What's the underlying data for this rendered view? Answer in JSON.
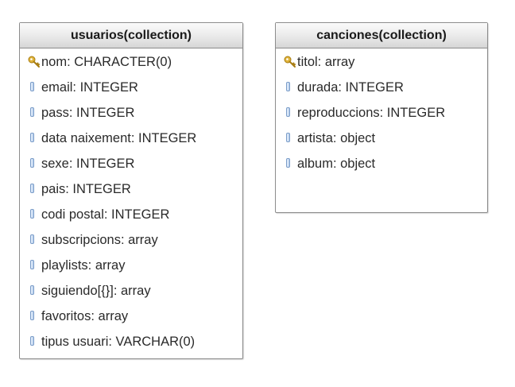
{
  "entities": [
    {
      "title": "usuarios(collection)",
      "attributes": [
        {
          "text": "nom: CHARACTER(0)",
          "icon": "key-icon"
        },
        {
          "text": "email: INTEGER",
          "icon": "field-icon"
        },
        {
          "text": "pass: INTEGER",
          "icon": "field-icon"
        },
        {
          "text": "data naixement: INTEGER",
          "icon": "field-icon"
        },
        {
          "text": "sexe: INTEGER",
          "icon": "field-icon"
        },
        {
          "text": "pais: INTEGER",
          "icon": "field-icon"
        },
        {
          "text": "codi postal: INTEGER",
          "icon": "field-icon"
        },
        {
          "text": "subscripcions: array",
          "icon": "field-icon"
        },
        {
          "text": "playlists: array",
          "icon": "field-icon"
        },
        {
          "text": "siguiendo[{}]: array",
          "icon": "field-icon"
        },
        {
          "text": "favoritos: array",
          "icon": "field-icon"
        },
        {
          "text": "tipus usuari: VARCHAR(0)",
          "icon": "field-icon"
        }
      ]
    },
    {
      "title": "canciones(collection)",
      "attributes": [
        {
          "text": "titol: array",
          "icon": "key-icon"
        },
        {
          "text": "durada: INTEGER",
          "icon": "field-icon"
        },
        {
          "text": "reproduccions: INTEGER",
          "icon": "field-icon"
        },
        {
          "text": "artista: object",
          "icon": "field-icon"
        },
        {
          "text": "album: object",
          "icon": "field-icon"
        }
      ]
    }
  ],
  "colors": {
    "border": "#8c8c8c",
    "key_icon": "#e0b43a",
    "field_icon": "#7a9cc8",
    "text": "#2a2a2a"
  }
}
